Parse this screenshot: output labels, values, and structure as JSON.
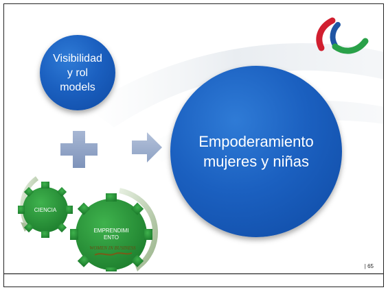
{
  "slide": {
    "circle_small_text": "Visibilidad\ny rol\nmodels",
    "circle_large_text": "Empoderamiento\nmujeres y niñas",
    "gear_small_label": "CIENCIA",
    "gear_large_label": "EMPRENDIMI\nENTO",
    "brand_text": "WOMEN IN BUSINESS",
    "page_number": "| 65"
  },
  "icons": [
    "plus-icon",
    "arrow-right-icon",
    "paralympic-agitos-logo"
  ],
  "colors": {
    "circle_blue": "#1b60c0",
    "gear_green": "#2c9a3c",
    "plus_gray": "#8fa3c6",
    "agitos_red": "#d11f2f",
    "agitos_blue": "#1f55a4",
    "agitos_green": "#2aa149"
  }
}
